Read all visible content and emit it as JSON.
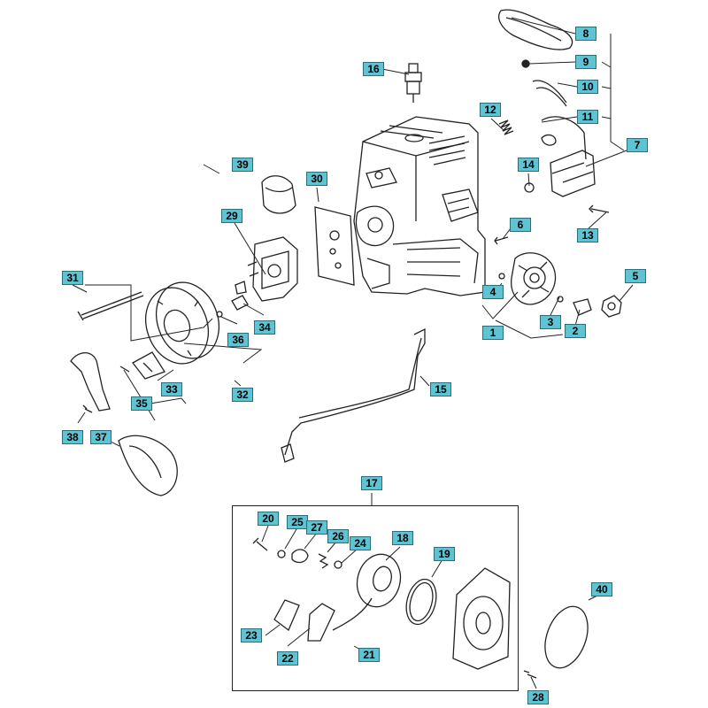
{
  "accent_color": "#5fc3d3",
  "callouts": {
    "c1": "1",
    "c2": "2",
    "c3": "3",
    "c4": "4",
    "c5": "5",
    "c6": "6",
    "c7": "7",
    "c8": "8",
    "c9": "9",
    "c10": "10",
    "c11": "11",
    "c12": "12",
    "c13": "13",
    "c14": "14",
    "c15": "15",
    "c16": "16",
    "c17": "17",
    "c18": "18",
    "c19": "19",
    "c20": "20",
    "c21": "21",
    "c22": "22",
    "c23": "23",
    "c24": "24",
    "c25": "25",
    "c26": "26",
    "c27": "27",
    "c28": "28",
    "c29": "29",
    "c30": "30",
    "c31": "31",
    "c32": "32",
    "c33": "33",
    "c34": "34",
    "c35": "35",
    "c36": "36",
    "c37": "37",
    "c38": "38",
    "c39": "39",
    "c40": "40"
  }
}
